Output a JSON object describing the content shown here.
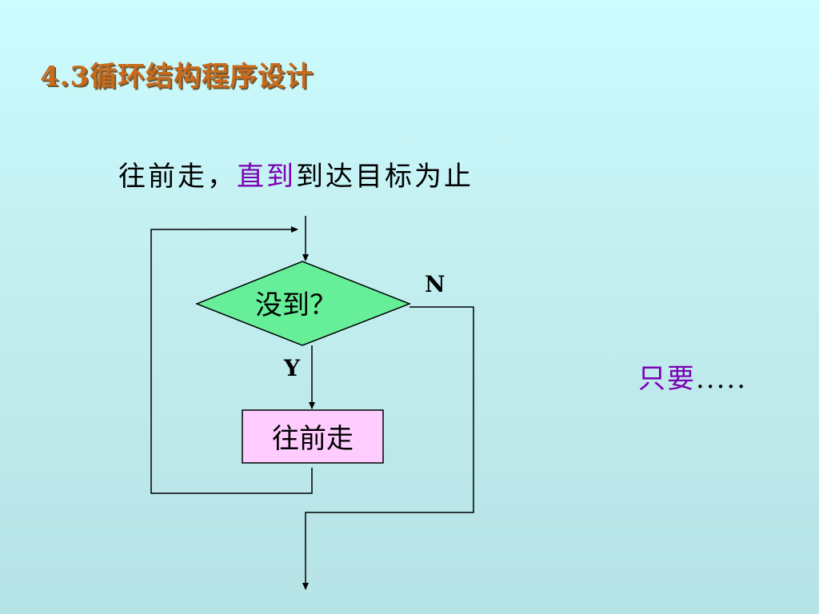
{
  "slide": {
    "title": "4.3循环结构程序设计",
    "subtitle": {
      "part1": "往前走，",
      "part2": "直到",
      "part3": "到达目标为止"
    },
    "side_note": {
      "part1": "只要",
      "part2": "....."
    }
  },
  "diagram": {
    "decision_label": "没到？",
    "process_label": "往前走",
    "yes_label": "Y",
    "no_label": "N"
  },
  "colors": {
    "title": "#c96b1c",
    "highlight": "#7a00b3",
    "decision_fill": "#66ee99",
    "process_fill": "#ffccff",
    "line": "#000000"
  }
}
